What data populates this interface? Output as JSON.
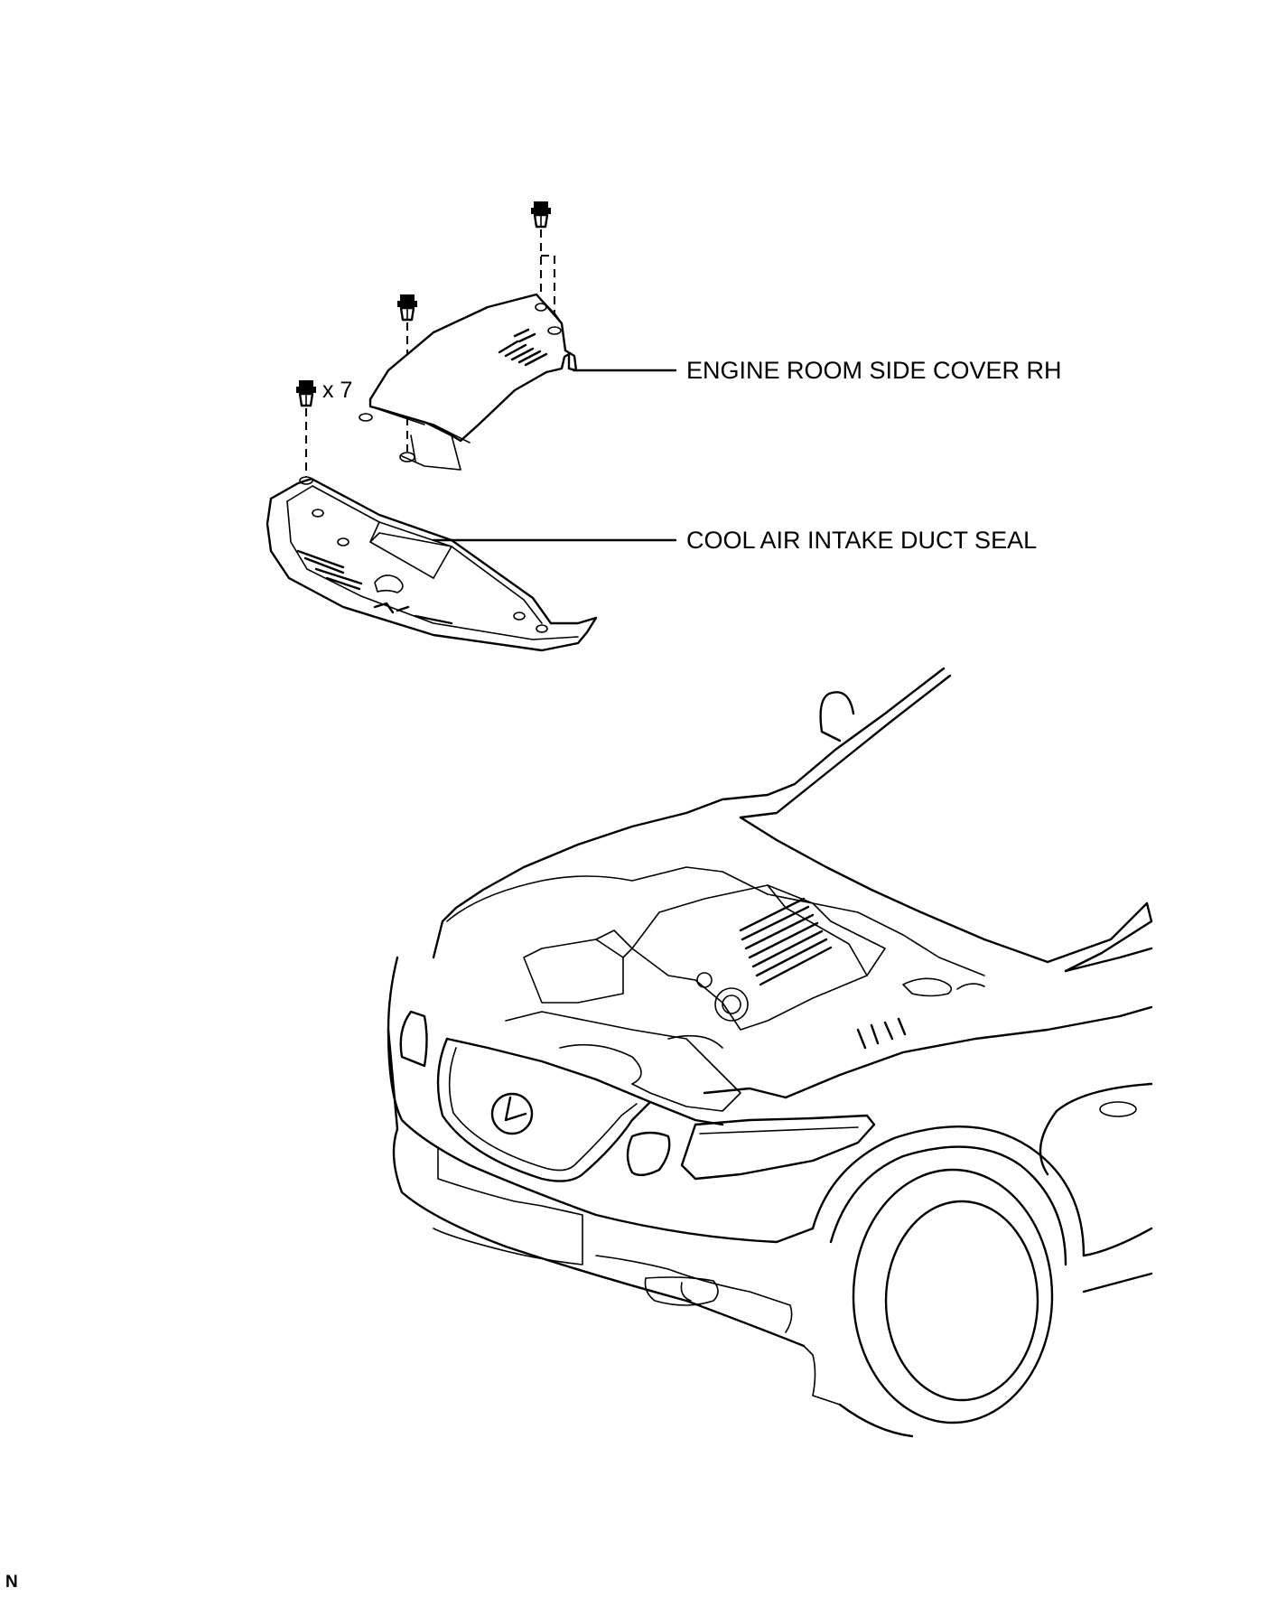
{
  "labels": {
    "side_cover": "ENGINE ROOM SIDE COVER RH",
    "duct_seal": "COOL AIR INTAKE DUCT SEAL",
    "clip_quantity": "x 7",
    "corner_mark": "N"
  },
  "icons": [
    "push-clip-icon"
  ],
  "colors": {
    "line": "#000000",
    "background": "#ffffff"
  }
}
